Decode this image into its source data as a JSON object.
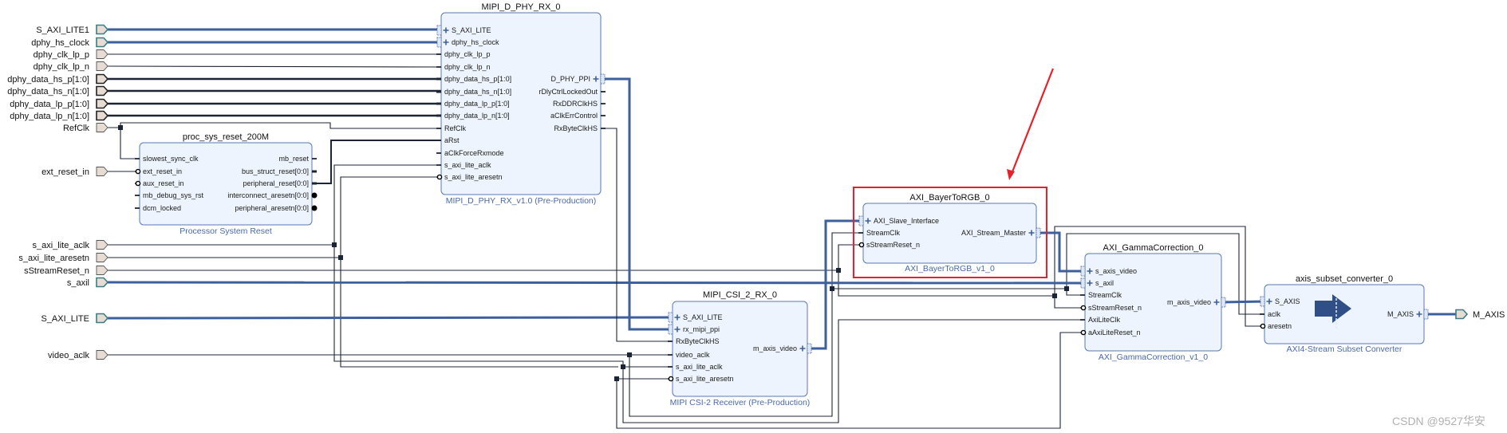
{
  "colors": {
    "bus": "#3e5f9e",
    "wire": "#1c2536",
    "block_fill": "#edf4fd",
    "block_border": "#5b79b4",
    "subtitle": "#4a68a8",
    "port_fill": "#e6dcd4",
    "highlight": "#e8202a"
  },
  "external_ports": [
    {
      "name": "S_AXI_LITE1",
      "kind": "interface"
    },
    {
      "name": "dphy_hs_clock",
      "kind": "interface"
    },
    {
      "name": "dphy_clk_lp_p",
      "kind": "wire"
    },
    {
      "name": "dphy_clk_lp_n",
      "kind": "wire"
    },
    {
      "name": "dphy_data_hs_p[1:0]",
      "kind": "bus"
    },
    {
      "name": "dphy_data_hs_n[1:0]",
      "kind": "bus"
    },
    {
      "name": "dphy_data_lp_p[1:0]",
      "kind": "bus"
    },
    {
      "name": "dphy_data_lp_n[1:0]",
      "kind": "bus"
    },
    {
      "name": "RefClk",
      "kind": "wire"
    },
    {
      "name": "ext_reset_in",
      "kind": "wire"
    },
    {
      "name": "s_axi_lite_aclk",
      "kind": "wire"
    },
    {
      "name": "s_axi_lite_aresetn",
      "kind": "wire"
    },
    {
      "name": "sStreamReset_n",
      "kind": "wire"
    },
    {
      "name": "s_axil",
      "kind": "interface"
    },
    {
      "name": "S_AXI_LITE",
      "kind": "interface"
    },
    {
      "name": "video_aclk",
      "kind": "wire"
    }
  ],
  "output_port": {
    "name": "M_AXIS",
    "kind": "interface"
  },
  "blocks": {
    "dphy": {
      "instance": "MIPI_D_PHY_RX_0",
      "ip": "MIPI_D_PHY_RX_v1.0 (Pre-Production)",
      "left": [
        {
          "name": "S_AXI_LITE",
          "kind": "intf"
        },
        {
          "name": "dphy_hs_clock",
          "kind": "intf"
        },
        {
          "name": "dphy_clk_lp_p",
          "kind": "wire"
        },
        {
          "name": "dphy_clk_lp_n",
          "kind": "wire"
        },
        {
          "name": "dphy_data_hs_p[1:0]",
          "kind": "bus"
        },
        {
          "name": "dphy_data_hs_n[1:0]",
          "kind": "bus"
        },
        {
          "name": "dphy_data_lp_p[1:0]",
          "kind": "bus"
        },
        {
          "name": "dphy_data_lp_n[1:0]",
          "kind": "bus"
        },
        {
          "name": "RefClk",
          "kind": "wire"
        },
        {
          "name": "aRst",
          "kind": "wire"
        },
        {
          "name": "aClkForceRxmode",
          "kind": "wire"
        },
        {
          "name": "s_axi_lite_aclk",
          "kind": "wire"
        },
        {
          "name": "s_axi_lite_aresetn",
          "kind": "reset"
        }
      ],
      "right": [
        {
          "name": "D_PHY_PPI",
          "kind": "intf"
        },
        {
          "name": "rDlyCtrlLockedOut",
          "kind": "wire"
        },
        {
          "name": "RxDDRClkHS",
          "kind": "wire"
        },
        {
          "name": "aClkErrControl",
          "kind": "wire"
        },
        {
          "name": "RxByteClkHS",
          "kind": "wire"
        }
      ]
    },
    "psr": {
      "instance": "proc_sys_reset_200M",
      "ip": "Processor System Reset",
      "left": [
        {
          "name": "slowest_sync_clk",
          "kind": "wire"
        },
        {
          "name": "ext_reset_in",
          "kind": "reset"
        },
        {
          "name": "aux_reset_in",
          "kind": "reset"
        },
        {
          "name": "mb_debug_sys_rst",
          "kind": "wire"
        },
        {
          "name": "dcm_locked",
          "kind": "wire"
        }
      ],
      "right": [
        {
          "name": "mb_reset",
          "kind": "wire"
        },
        {
          "name": "bus_struct_reset[0:0]",
          "kind": "bus"
        },
        {
          "name": "peripheral_reset[0:0]",
          "kind": "bus"
        },
        {
          "name": "interconnect_aresetn[0:0]",
          "kind": "dot"
        },
        {
          "name": "peripheral_aresetn[0:0]",
          "kind": "dot"
        }
      ]
    },
    "csi": {
      "instance": "MIPI_CSI_2_RX_0",
      "ip": "MIPI CSI-2 Receiver (Pre-Production)",
      "left": [
        {
          "name": "S_AXI_LITE",
          "kind": "intf"
        },
        {
          "name": "rx_mipi_ppi",
          "kind": "intf"
        },
        {
          "name": "RxByteClkHS",
          "kind": "wire"
        },
        {
          "name": "video_aclk",
          "kind": "wire"
        },
        {
          "name": "s_axi_lite_aclk",
          "kind": "wire"
        },
        {
          "name": "s_axi_lite_aresetn",
          "kind": "reset"
        }
      ],
      "right": [
        {
          "name": "m_axis_video",
          "kind": "intf"
        }
      ]
    },
    "bayer": {
      "instance": "AXI_BayerToRGB_0",
      "ip": "AXI_BayerToRGB_v1_0",
      "highlighted": true,
      "left": [
        {
          "name": "AXI_Slave_Interface",
          "kind": "intf"
        },
        {
          "name": "StreamClk",
          "kind": "wire"
        },
        {
          "name": "sStreamReset_n",
          "kind": "reset"
        }
      ],
      "right": [
        {
          "name": "AXI_Stream_Master",
          "kind": "intf"
        }
      ]
    },
    "gamma": {
      "instance": "AXI_GammaCorrection_0",
      "ip": "AXI_GammaCorrection_v1_0",
      "left": [
        {
          "name": "s_axis_video",
          "kind": "intf"
        },
        {
          "name": "s_axil",
          "kind": "intf"
        },
        {
          "name": "StreamClk",
          "kind": "wire"
        },
        {
          "name": "sStreamReset_n",
          "kind": "reset"
        },
        {
          "name": "AxiLiteClk",
          "kind": "wire"
        },
        {
          "name": "aAxiLiteReset_n",
          "kind": "reset"
        }
      ],
      "right": [
        {
          "name": "m_axis_video",
          "kind": "intf"
        }
      ]
    },
    "subset": {
      "instance": "axis_subset_converter_0",
      "ip": "AXI4-Stream Subset Converter",
      "left": [
        {
          "name": "S_AXIS",
          "kind": "intf"
        },
        {
          "name": "aclk",
          "kind": "wire"
        },
        {
          "name": "aresetn",
          "kind": "reset"
        }
      ],
      "right": [
        {
          "name": "M_AXIS",
          "kind": "intf"
        }
      ]
    }
  },
  "watermark": "CSDN @9527华安"
}
